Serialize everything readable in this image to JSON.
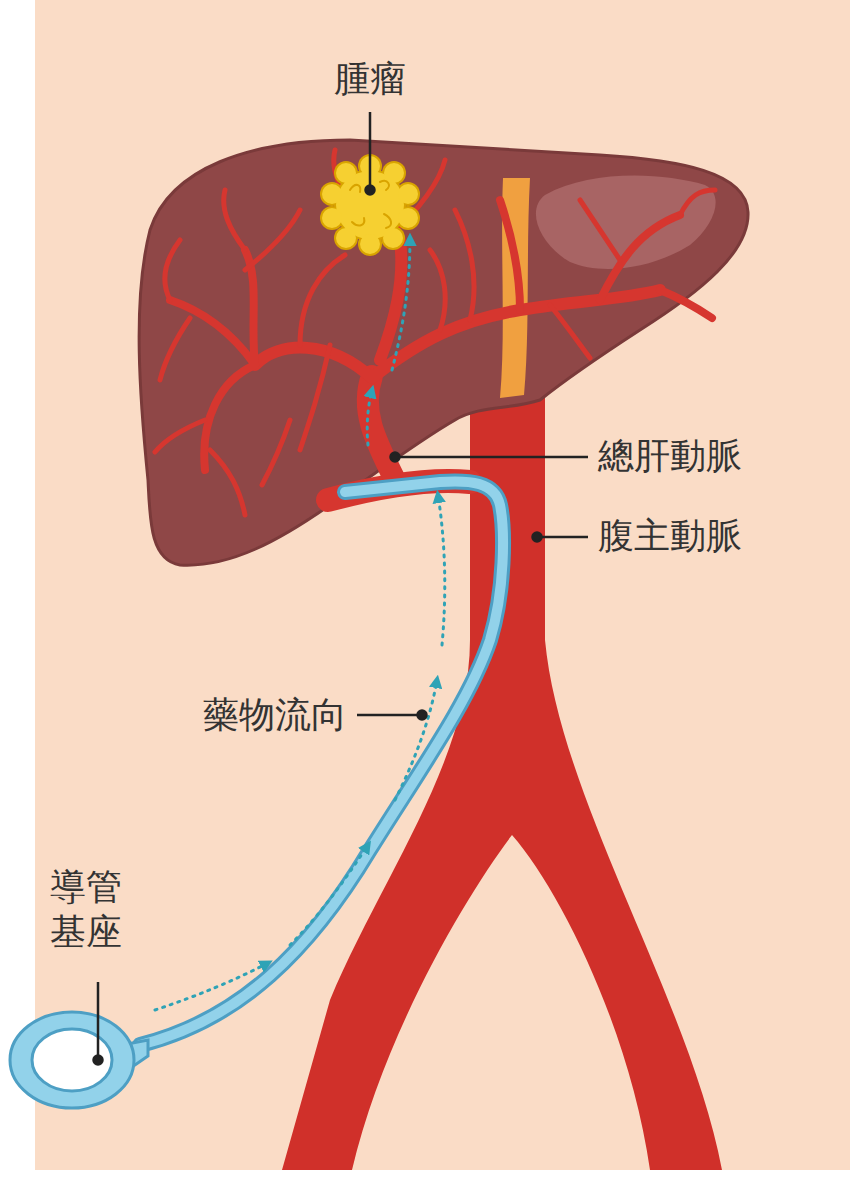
{
  "diagram": {
    "labels": [
      "腫瘤",
      "總肝動脈",
      "腹主動脈",
      "藥物流向",
      "導管 基座"
    ]
  }
}
